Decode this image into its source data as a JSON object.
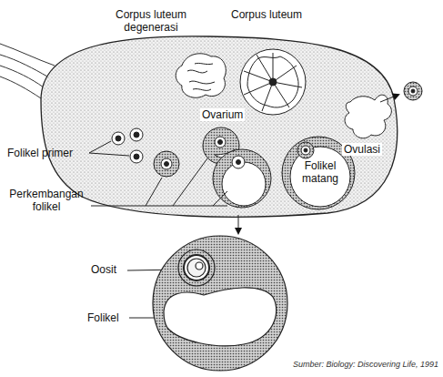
{
  "diagram": {
    "labels": [
      "Corpus luteum degenerasi",
      "Corpus luteum",
      "Ovarium",
      "Ovulasi",
      "Folikel primer",
      "Folikel matang",
      "Perkembangan folikel",
      "Oosit",
      "Folikel",
      "Sumber: Biology: Discovering Life, 1991"
    ]
  }
}
